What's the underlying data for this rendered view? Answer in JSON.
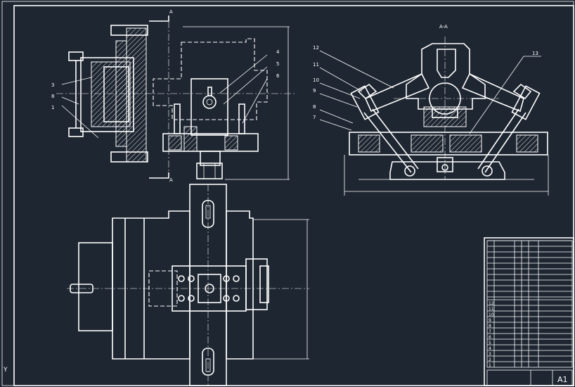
{
  "drawing": {
    "section_view_label": "A-A",
    "section_marker": "A",
    "sheet_size": "A1",
    "axis_mark": "Y",
    "section_a_callouts": [
      "12",
      "11",
      "10",
      "9",
      "8",
      "7",
      "13"
    ],
    "left_view_callouts": [
      "4",
      "5",
      "6",
      "3",
      "1",
      "8"
    ],
    "colors": {
      "background": "#1e2631",
      "line": "#ffffff"
    }
  },
  "parts_list": {
    "rows": [
      {
        "no": "12"
      },
      {
        "no": "11"
      },
      {
        "no": "10"
      },
      {
        "no": "9"
      },
      {
        "no": "8"
      },
      {
        "no": "7"
      },
      {
        "no": "6"
      },
      {
        "no": "5"
      },
      {
        "no": "4"
      },
      {
        "no": "3"
      },
      {
        "no": "2"
      },
      {
        "no": "1"
      }
    ]
  }
}
